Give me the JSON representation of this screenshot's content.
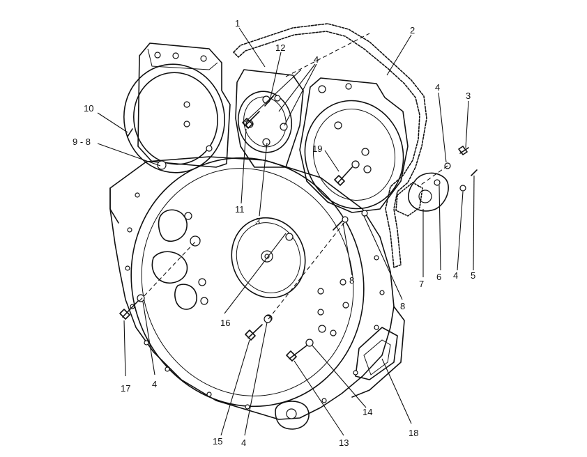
{
  "callouts": [
    {
      "id": "c1",
      "text": "1"
    },
    {
      "id": "c2",
      "text": "2"
    },
    {
      "id": "c12",
      "text": "12"
    },
    {
      "id": "c4a",
      "text": "4"
    },
    {
      "id": "c4b",
      "text": "4"
    },
    {
      "id": "c3a",
      "text": "3"
    },
    {
      "id": "c10",
      "text": "10"
    },
    {
      "id": "c98a",
      "text": "9 - 8"
    },
    {
      "id": "c19",
      "text": "19"
    },
    {
      "id": "c11",
      "text": "11"
    },
    {
      "id": "c3b",
      "text": "3"
    },
    {
      "id": "c8a",
      "text": "8"
    },
    {
      "id": "c8b",
      "text": "8"
    },
    {
      "id": "c7",
      "text": "7"
    },
    {
      "id": "c6",
      "text": "6"
    },
    {
      "id": "c4c",
      "text": "4"
    },
    {
      "id": "c5",
      "text": "5"
    },
    {
      "id": "c16",
      "text": "16"
    },
    {
      "id": "c17",
      "text": "17"
    },
    {
      "id": "c4d",
      "text": "4"
    },
    {
      "id": "c14",
      "text": "14"
    },
    {
      "id": "c18",
      "text": "18"
    },
    {
      "id": "c15",
      "text": "15"
    },
    {
      "id": "c4e",
      "text": "4"
    },
    {
      "id": "c13",
      "text": "13"
    }
  ]
}
